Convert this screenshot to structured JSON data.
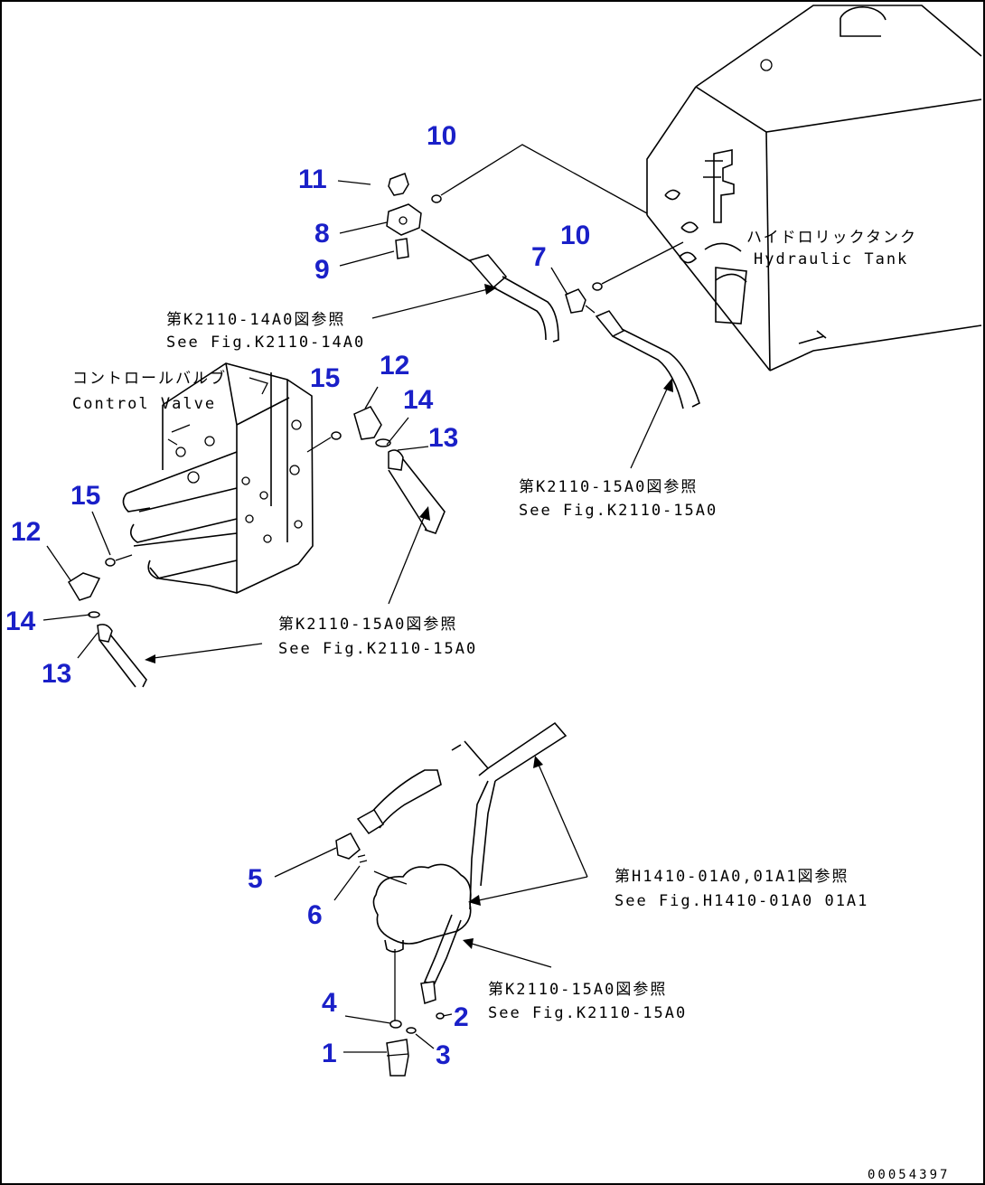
{
  "components": {
    "tank": {
      "ja": "ハイドロリックタンク",
      "en": "Hydraulic Tank"
    },
    "valve": {
      "ja": "コントロールバルブ",
      "en": "Control Valve"
    }
  },
  "references": {
    "k2110_14a0_top": {
      "ja": "第K2110-14A0図参照",
      "en": "See Fig.K2110-14A0"
    },
    "k2110_15a0_right": {
      "ja": "第K2110-15A0図参照",
      "en": "See Fig.K2110-15A0"
    },
    "k2110_15a0_left": {
      "ja": "第K2110-15A0図参照",
      "en": "See Fig.K2110-15A0"
    },
    "h1410": {
      "ja": "第H1410-01A0,01A1図参照",
      "en": "See Fig.H1410-01A0 01A1"
    },
    "k2110_15a0_bottom": {
      "ja": "第K2110-15A0図参照",
      "en": "See Fig.K2110-15A0"
    }
  },
  "part_numbers": {
    "p10a": "10",
    "p11": "11",
    "p8": "8",
    "p9": "9",
    "p10b": "10",
    "p7": "7",
    "p12a": "12",
    "p15a": "15",
    "p14a": "14",
    "p13a": "13",
    "p15b": "15",
    "p12b": "12",
    "p14b": "14",
    "p13b": "13",
    "p5": "5",
    "p6": "6",
    "p4": "4",
    "p2": "2",
    "p1": "1",
    "p3": "3"
  },
  "drawing_code": "00054397"
}
